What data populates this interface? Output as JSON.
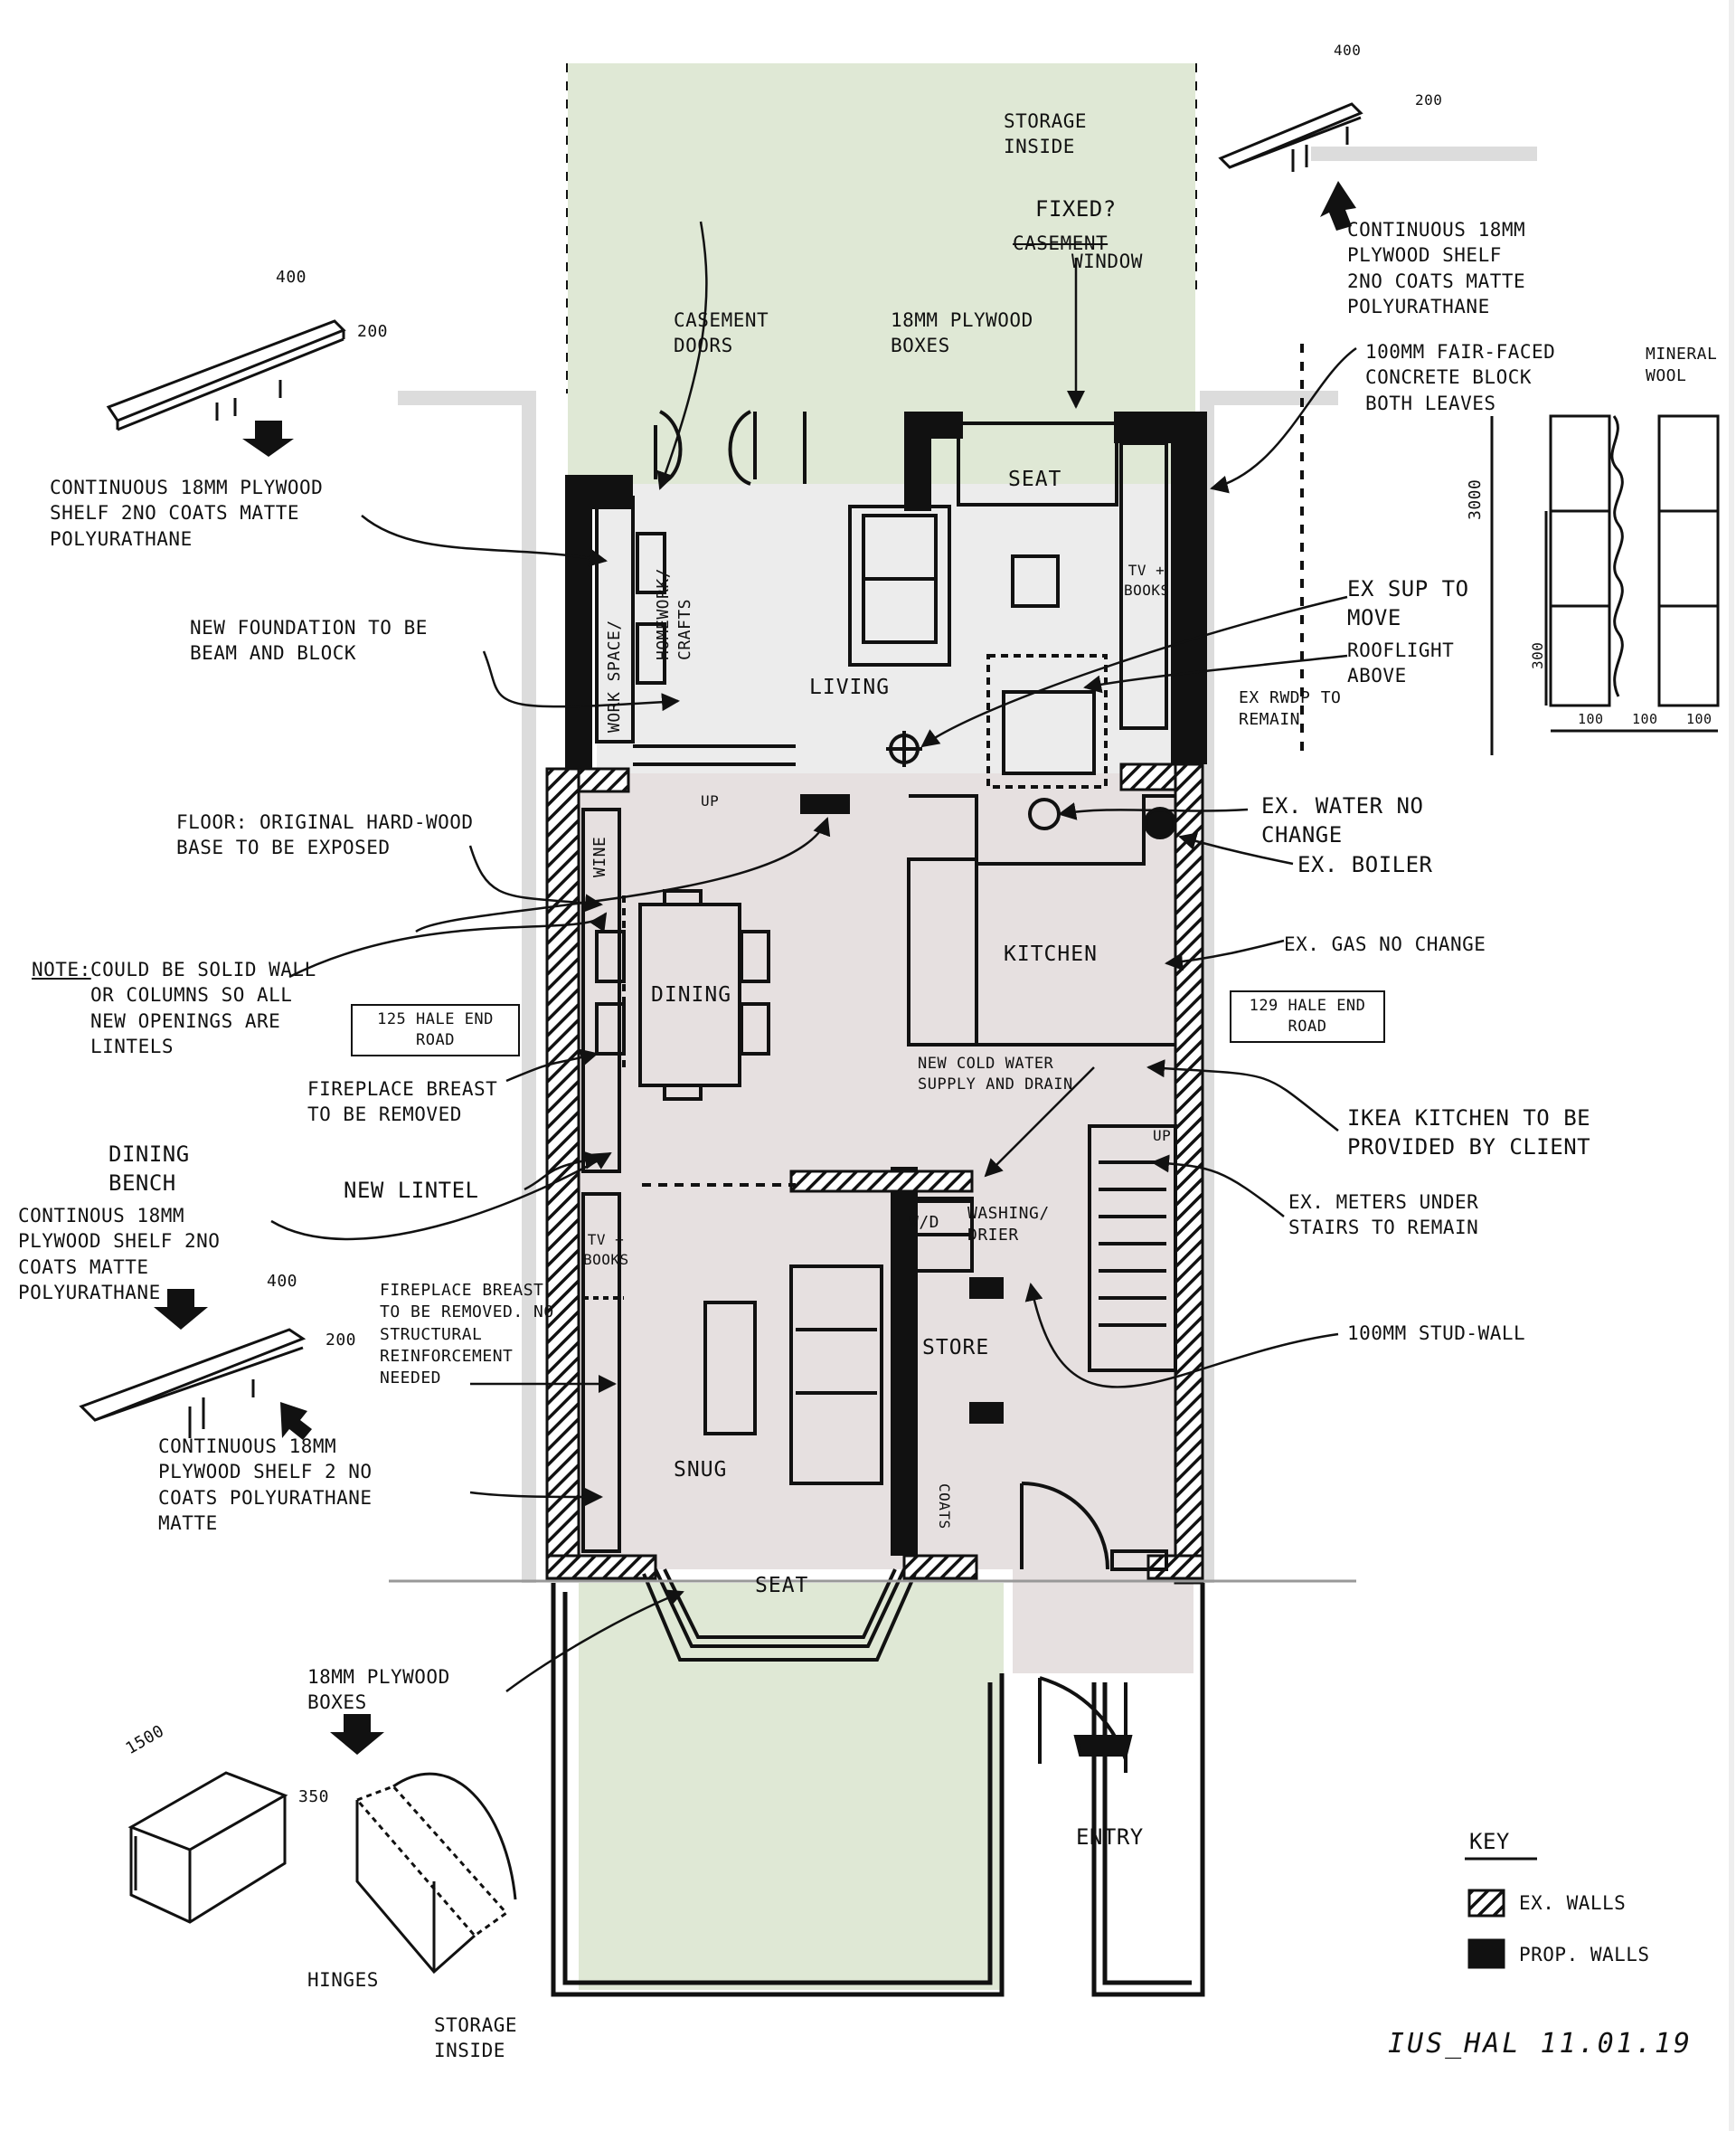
{
  "drawing": {
    "labels": {
      "shelf_top_left": "Continuous 18mm plywood shelf 2no coats matte polyurathane",
      "new_foundation": "New foundation to be beam and block",
      "floor_note": "Floor: original hard-wood base to be exposed",
      "note_label": "Note:",
      "note_text": "could be solid wall or columns so all new openings are lintels",
      "fireplace_1": "Fireplace breast to be removed",
      "new_lintel": "New lintel",
      "dining_bench": "Dining bench",
      "dining_bench_desc": "Continous 18mm plywood shelf 2no coats matte polyurathane",
      "fireplace_2": "Fireplace breast to be removed. No structural reinforcement needed",
      "continuous_shelf_lower": "Continuous 18mm plywood shelf 2 no coats polyurathane matte",
      "plywood_boxes_lower": "18mm plywood boxes",
      "hinges": "Hinges",
      "storage_inside_lower": "Storage inside",
      "casement_doors": "Casement doors",
      "plywood_boxes_top": "18mm plywood boxes",
      "storage_inside_top": "Storage inside",
      "fixed_q": "Fixed?",
      "casement_struck": "Casement",
      "window": "window",
      "shelf_top_right": "Continuous 18mm plywood shelf 2no coats matte polyurathane",
      "concrete_block": "100mm Fair-faced concrete block both leaves",
      "mineral_wool": "Mineral wool",
      "ex_sup": "Ex sup to move",
      "rooflight": "Rooflight above",
      "ex_rwdp": "Ex RWDP to remain",
      "ex_water": "Ex. water no change",
      "ex_boiler": "Ex. Boiler",
      "ex_gas": "Ex. gas no change",
      "ikea_kitchen": "Ikea kitchen to be provided by client",
      "ex_meters": "Ex. meters under stairs to remain",
      "stud_wall": "100mm stud-wall",
      "new_cold_water": "New cold water supply and drain",
      "up_1": "UP",
      "up_2": "UP",
      "entry": "Entry"
    },
    "rooms": {
      "seat_top": "Seat",
      "living": "Living",
      "work_space": "Work space/",
      "homework": "Homework/ crafts",
      "tv_books_1": "TV + Books",
      "wine": "Wine",
      "dining": "Dining",
      "kitchen": "Kitchen",
      "tv_books_2": "TV + Books",
      "wd": "W/D",
      "washing": "Washing/ drier",
      "store": "Store",
      "snug": "Snug",
      "coats": "Coats",
      "seat_bottom": "Seat"
    },
    "neighbours": {
      "left": "125 Hale End Road",
      "right": "129 Hale End Road"
    },
    "dimensions": {
      "shelf_w": "400",
      "shelf_h": "200",
      "shelf_w_r": "400",
      "shelf_h_r": "200",
      "shelf_w_l": "400",
      "shelf_h_l": "200",
      "box_len": "1500",
      "box_h": "350",
      "wall_h": "3000",
      "block_h": "300",
      "d1": "100",
      "d2": "100",
      "d3": "100"
    },
    "key": {
      "title": "Key",
      "ex_walls": "Ex. walls",
      "prop_walls": "Prop. walls"
    },
    "signature": "IUS_HAL 11.01.19",
    "colors": {
      "garden": "#dfe8d5",
      "living": "#ececec",
      "interior": "#e6e0e0",
      "wall": "#111111"
    }
  }
}
